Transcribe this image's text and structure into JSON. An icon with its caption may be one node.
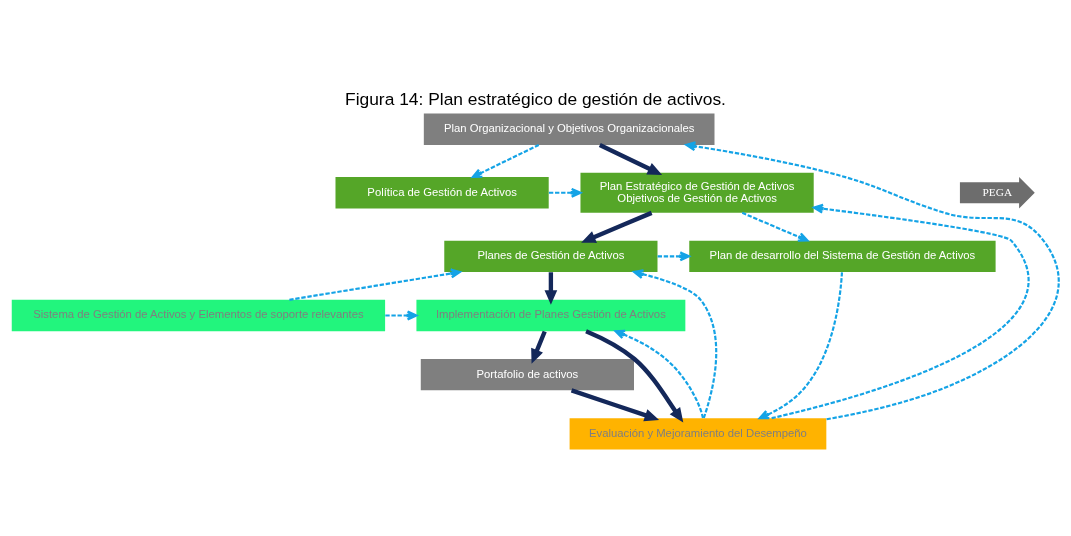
{
  "diagram": {
    "title": "Figura 14: Plan estratégico de gestión de activos.",
    "nodes": [
      {
        "text": [
          "Plan Organizacional y Objetivos Organizacionales"
        ]
      },
      {
        "text": [
          "Política de Gestión de Activos"
        ]
      },
      {
        "text": [
          "PEGA"
        ]
      },
      {
        "text": [
          "Plan Estratégico de Gestión de Activos",
          "Objetivos de Gestión de Activos"
        ]
      },
      {
        "text": [
          "Planes de Gestión de Activos"
        ]
      },
      {
        "text": [
          "Plan de desarrollo del Sistema de Gestión de Activos"
        ]
      },
      {
        "text": [
          "Implementación de Planes Gestión de Activos"
        ]
      },
      {
        "text": [
          "Sistema de Gestión de Activos y Elementos de soporte relevantes"
        ]
      },
      {
        "text": [
          "Portafolio de activos"
        ]
      },
      {
        "text": [
          "Evaluación y Mejoramiento del Desempeño"
        ]
      }
    ],
    "edges": [
      {
        "from": 0,
        "to": 3,
        "arrow": "to",
        "style": "thick",
        "color": "#14285a"
      },
      {
        "from": 3,
        "to": 4,
        "arrow": "to",
        "style": "thick",
        "color": "#14285a"
      },
      {
        "from": 4,
        "to": 6,
        "arrow": "to",
        "style": "thick",
        "color": "#14285a"
      },
      {
        "from": 6,
        "to": 8,
        "arrow": "to",
        "style": "thick",
        "color": "#14285a"
      },
      {
        "from": 8,
        "to": 9,
        "arrow": "to",
        "style": "thick",
        "color": "#14285a"
      },
      {
        "from": 6,
        "to": 9,
        "arrow": "to",
        "style": "thick",
        "color": "#14285a"
      },
      {
        "from": 0,
        "to": 1,
        "arrow": "to",
        "style": "dashed"
      },
      {
        "from": 1,
        "to": 3,
        "arrow": "to",
        "style": "dashed"
      },
      {
        "from": 3,
        "to": 5,
        "arrow": "to",
        "style": "dashed"
      },
      {
        "from": 4,
        "to": 5,
        "arrow": "to",
        "style": "dashed"
      },
      {
        "from": 7,
        "to": 4,
        "arrow": "to",
        "style": "dashed"
      },
      {
        "from": 7,
        "to": 6,
        "arrow": "to",
        "style": "dashed"
      },
      {
        "from": 5,
        "to": 9,
        "arrow": "to",
        "style": "dashed"
      },
      {
        "from": 9,
        "to": 0,
        "arrow": "to",
        "style": "dashed"
      },
      {
        "from": 9,
        "to": 3,
        "arrow": "to",
        "style": "dashed"
      },
      {
        "from": 9,
        "to": 4,
        "arrow": "to",
        "style": "dashed"
      },
      {
        "from": 9,
        "to": 6,
        "arrow": "to",
        "style": "dashed"
      }
    ]
  }
}
